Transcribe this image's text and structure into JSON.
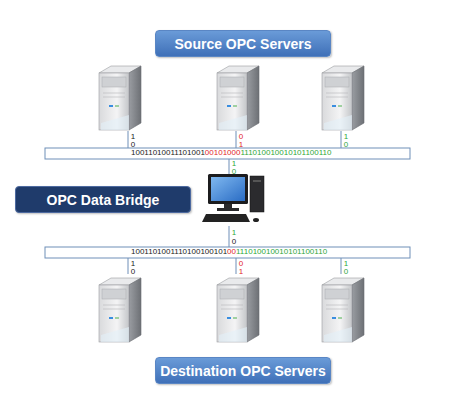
{
  "diagram": {
    "nodes": [
      {
        "text": [
          "Source OPC Servers"
        ]
      },
      {
        "text": [
          "OPC Data Bridge"
        ]
      },
      {
        "text": [
          "Destination OPC Servers"
        ]
      }
    ],
    "labels": [
      "1 0",
      "0 1",
      "1 0",
      "10011010011101001",
      "00101000",
      "111010010010101100110",
      "1 0",
      "1",
      "0",
      "1001101001110100100101",
      "00",
      "111010010010101100110",
      "1 0",
      "0 1",
      "1 0"
    ]
  }
}
